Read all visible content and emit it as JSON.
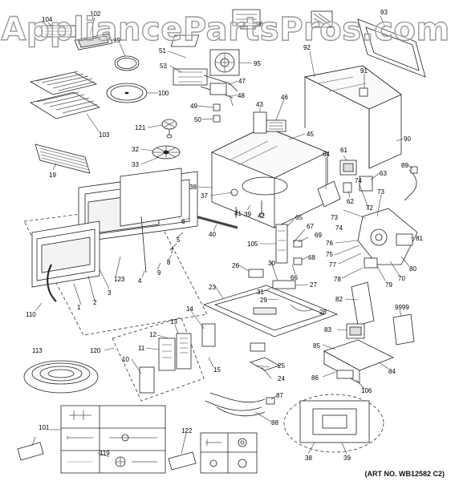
{
  "watermark": "AppliancePartsPros.com",
  "art_number": "(ART NO. WB12582 C2)",
  "callouts": {
    "c104": "104",
    "c102": "102",
    "c99": "99",
    "c100": "100",
    "c103": "103",
    "c19": "19",
    "c121": "121",
    "c32": "32",
    "c33": "33",
    "c51": "51",
    "c53": "53",
    "c96": "96",
    "c95": "95",
    "c47": "47",
    "c48": "48",
    "c49": "49",
    "c50": "50",
    "c43": "43",
    "c46": "46",
    "c45": "45",
    "c92": "92",
    "c93": "93",
    "c91": "91",
    "c90": "90",
    "c38": "38",
    "c37": "37",
    "c41": "41",
    "c39": "39",
    "c42": "42",
    "c40": "40",
    "c64": "64",
    "c61": "61",
    "c63": "63",
    "c62": "62",
    "c89": "89",
    "c73": "73",
    "c74": "74",
    "c72": "72",
    "c81": "81",
    "c80": "80",
    "c70": "70",
    "c79": "79",
    "c78": "78",
    "c77": "77",
    "c75": "75",
    "c76": "76",
    "c65": "65",
    "c67": "67",
    "c69": "69",
    "c105": "105",
    "c68": "68",
    "c66": "66",
    "c6": "6",
    "c5": "5",
    "c7": "7",
    "c8": "8",
    "c9": "9",
    "c4": "4",
    "c3": "3",
    "c2": "2",
    "c1": "1",
    "c123": "123",
    "c110": "110",
    "c26": "26",
    "c30": "30",
    "c31": "31",
    "c27": "27",
    "c29": "29",
    "c23": "23",
    "c28": "28",
    "c82": "82",
    "c9999": "9999",
    "c83": "83",
    "c85": "85",
    "c84": "84",
    "c86": "86",
    "c106": "106",
    "c14": "14",
    "c13": "13",
    "c12": "12",
    "c11": "11",
    "c10": "10",
    "c120": "120",
    "c15": "15",
    "c25": "25",
    "c24": "24",
    "c87": "87",
    "c88": "88",
    "c113": "113",
    "c101": "101",
    "c119": "119",
    "c122": "122",
    "c38b": "38",
    "c39b": "39"
  }
}
